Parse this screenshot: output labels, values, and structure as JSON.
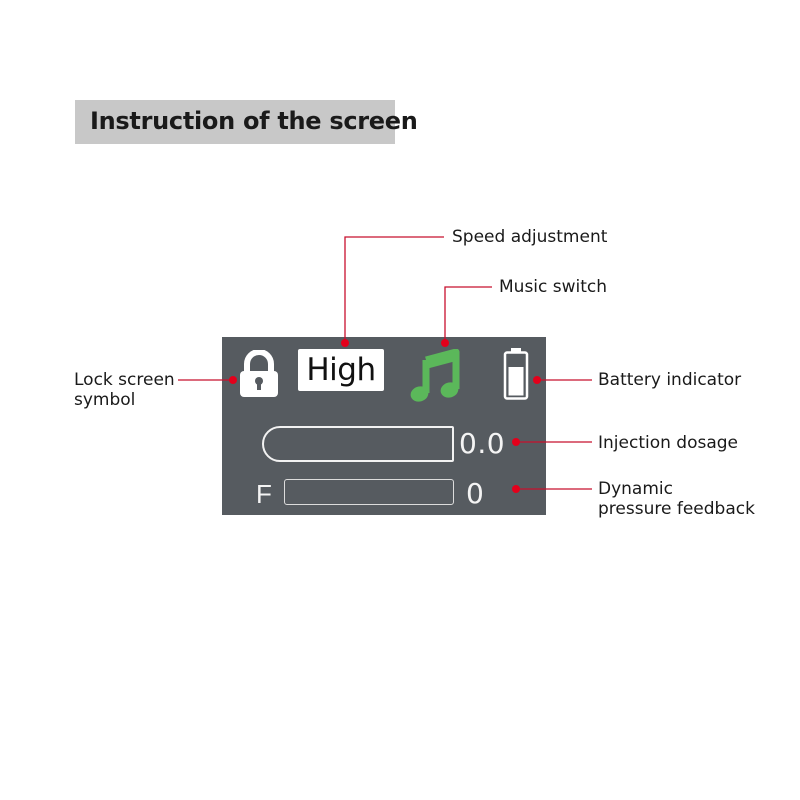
{
  "header": {
    "title": "Instruction of the screen"
  },
  "screen": {
    "speed_value": "High",
    "dosage_value": "0.0",
    "dosage_fill_fraction": 0.0,
    "pressure_prefix": "F",
    "pressure_value": "0",
    "pressure_fill_fraction": 0.0,
    "icons": {
      "lock": "lock-icon",
      "music": "music-note-icon",
      "battery": "battery-icon"
    }
  },
  "callouts": {
    "speed": "Speed adjustment",
    "music": "Music switch",
    "lock_line1": "Lock screen",
    "lock_line2": "symbol",
    "battery": "Battery indicator",
    "dosage": "Injection dosage",
    "pressure_line1": "Dynamic",
    "pressure_line2": "pressure feedback"
  },
  "colors": {
    "screen_bg": "#565b60",
    "dosage_fill": "#66c6d4",
    "music_green": "#5bb85a",
    "callout_line": "#c8102e",
    "callout_dot": "#e3001b",
    "title_bg": "#c8c8c8"
  }
}
